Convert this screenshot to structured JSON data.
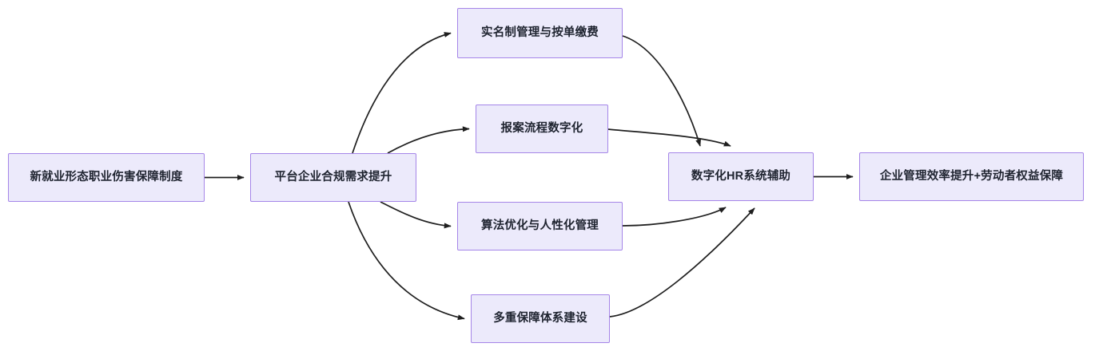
{
  "diagram": {
    "type": "flowchart",
    "direction": "left-to-right",
    "theme": {
      "node_fill": "#ECEAFB",
      "node_border": "#A585E8",
      "node_text": "#1f2430",
      "edge_stroke": "#1f1f1f",
      "background": "#ffffff"
    },
    "nodes": [
      {
        "id": "source",
        "label": "新就业形态职业伤害保障制度"
      },
      {
        "id": "platform",
        "label": "平台企业合规需求提升"
      },
      {
        "id": "realname",
        "label": "实名制管理与按单缴费"
      },
      {
        "id": "claims",
        "label": "报案流程数字化"
      },
      {
        "id": "algorithm",
        "label": "算法优化与人性化管理"
      },
      {
        "id": "multilayer",
        "label": "多重保障体系建设"
      },
      {
        "id": "hr",
        "label": "数字化HR系统辅助"
      },
      {
        "id": "outcome",
        "label": "企业管理效率提升+劳动者权益保障"
      }
    ],
    "edges": [
      {
        "from": "source",
        "to": "platform",
        "style": "straight"
      },
      {
        "from": "platform",
        "to": "realname",
        "style": "curved"
      },
      {
        "from": "platform",
        "to": "claims",
        "style": "curved"
      },
      {
        "from": "platform",
        "to": "algorithm",
        "style": "curved"
      },
      {
        "from": "platform",
        "to": "multilayer",
        "style": "curved"
      },
      {
        "from": "realname",
        "to": "hr",
        "style": "curved"
      },
      {
        "from": "claims",
        "to": "hr",
        "style": "curved"
      },
      {
        "from": "algorithm",
        "to": "hr",
        "style": "curved"
      },
      {
        "from": "multilayer",
        "to": "hr",
        "style": "curved"
      },
      {
        "from": "hr",
        "to": "outcome",
        "style": "straight"
      }
    ]
  }
}
